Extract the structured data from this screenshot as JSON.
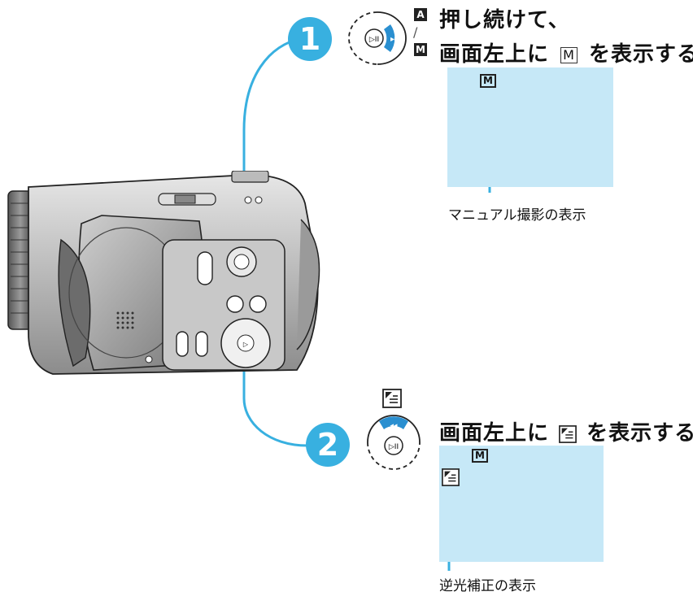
{
  "step1": {
    "number": "1",
    "mode_auto_icon": "A",
    "mode_manual_icon": "M",
    "line1": "押し続けて、",
    "line2_before": "画面左上に",
    "line2_icon": "M",
    "line2_after": "を表示する",
    "screen_icon": "M",
    "caption": "マニュアル撮影の表示"
  },
  "step2": {
    "number": "2",
    "backlight_icon": "backlight-compensation-icon",
    "line_before": "画面左上に",
    "line_after": "を表示する",
    "screen_icon_manual": "M",
    "caption": "逆光補正の表示"
  },
  "colors": {
    "accent": "#38b0e0",
    "screen": "#c6e8f7",
    "button_blue": "#2a8fd0"
  }
}
